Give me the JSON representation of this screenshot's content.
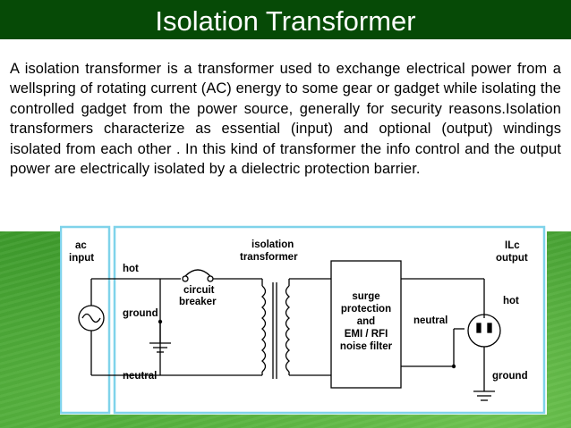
{
  "slide": {
    "title": "Isolation Transformer",
    "paragraph": "A isolation transformer is a transformer used to exchange electrical power from a wellspring of rotating current (AC) energy to some gear or gadget while isolating the controlled gadget from the power source, generally for security reasons.Isolation transformers characterize as essential (input) and optional (output) windings isolated from each other . In this kind of transformer the info control and the output power are electrically isolated by a dielectric protection barrier."
  },
  "diagram": {
    "ac_input": [
      "ac",
      "input"
    ],
    "hot_left": "hot",
    "ground_left": "ground",
    "neutral_left": "neutral",
    "breaker": [
      "circuit",
      "breaker"
    ],
    "transformer": [
      "isolation",
      "transformer"
    ],
    "filter": [
      "surge",
      "protection",
      "and",
      "EMI / RFI",
      "noise filter"
    ],
    "output": [
      "ILc",
      "output"
    ],
    "hot_right": "hot",
    "neutral_right": "neutral",
    "ground_right": "ground"
  },
  "colors": {
    "title_bar": "#064a06",
    "background": "#2f8a20",
    "highlight_box": "#7fd3ea"
  }
}
